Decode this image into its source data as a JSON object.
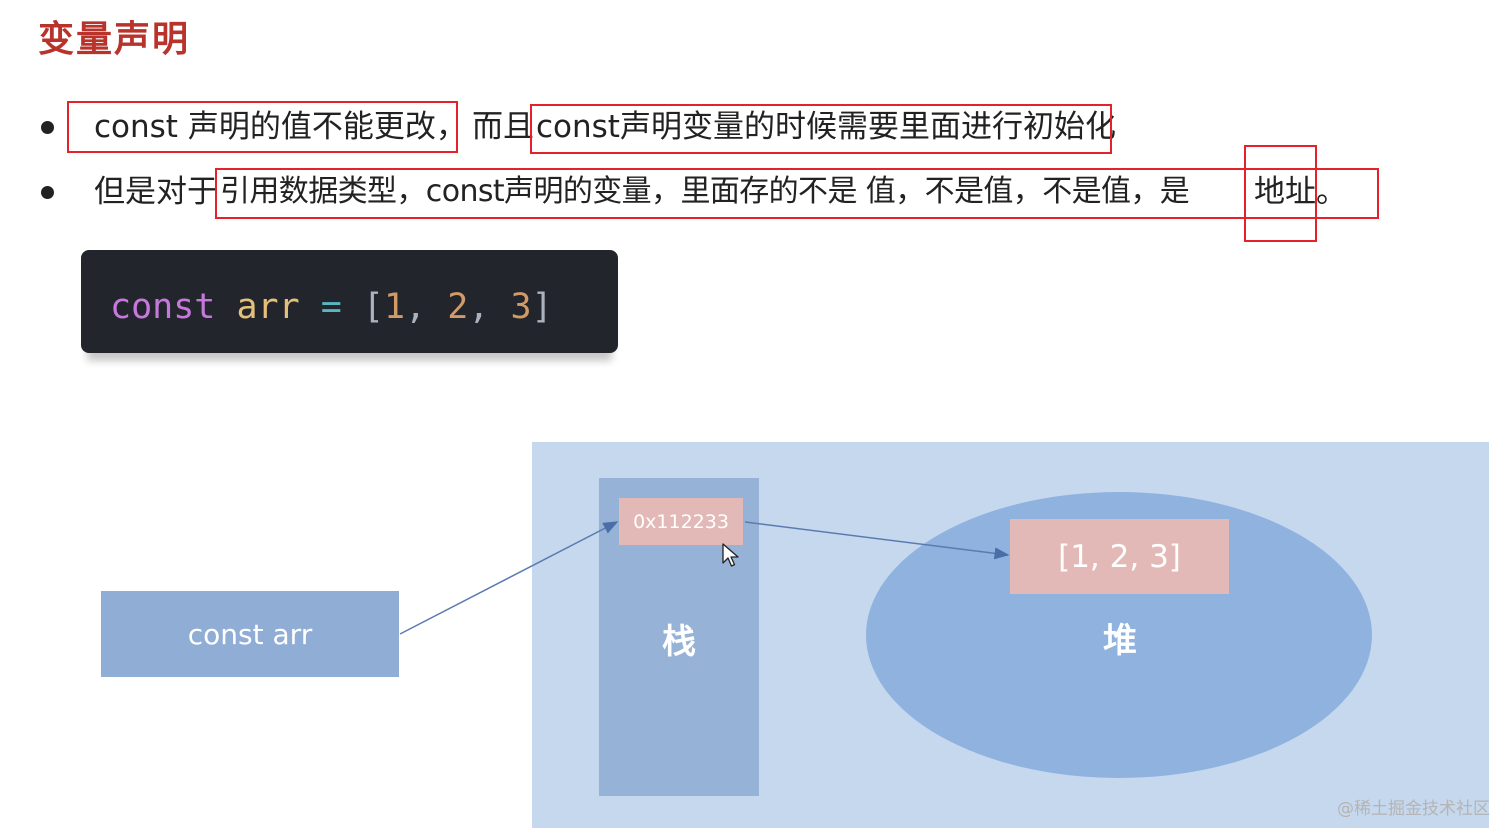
{
  "title": "变量声明",
  "bullets": [
    {
      "part1": "const  声明的值不能更改，",
      "part2": "而且",
      "part3": "const声明变量的时候需要里面进行初始化"
    },
    {
      "part1": "但是对于",
      "part2": "引用数据类型，const声明的变量，里面存的不是 值，不是值，不是值，是 ",
      "part3": "地址",
      "part4": "。"
    }
  ],
  "code": {
    "keyword": "const",
    "identifier": "arr",
    "operator": "=",
    "bracket_open": "[",
    "num1": "1",
    "comma": ",",
    "num2": "2",
    "num3": "3",
    "bracket_close": "]"
  },
  "diagram": {
    "variable_label": "const arr",
    "address": "0x112233",
    "stack_label": "栈",
    "heap_value": "[1, 2, 3]",
    "heap_label": "堆"
  },
  "watermark": "@稀土掘金技术社区",
  "colors": {
    "title": "#b8332c",
    "highlight_border": "#e5212b",
    "code_bg": "#23252c",
    "memory_panel": "#c5d8ee",
    "stack": "#97b2d7",
    "heap": "#8fb2df",
    "variable_box": "#90add6",
    "value_box": "#e3b9b8"
  },
  "icons": {
    "cursor": "mouse-pointer-icon",
    "bullet": "bullet-dot-icon"
  }
}
